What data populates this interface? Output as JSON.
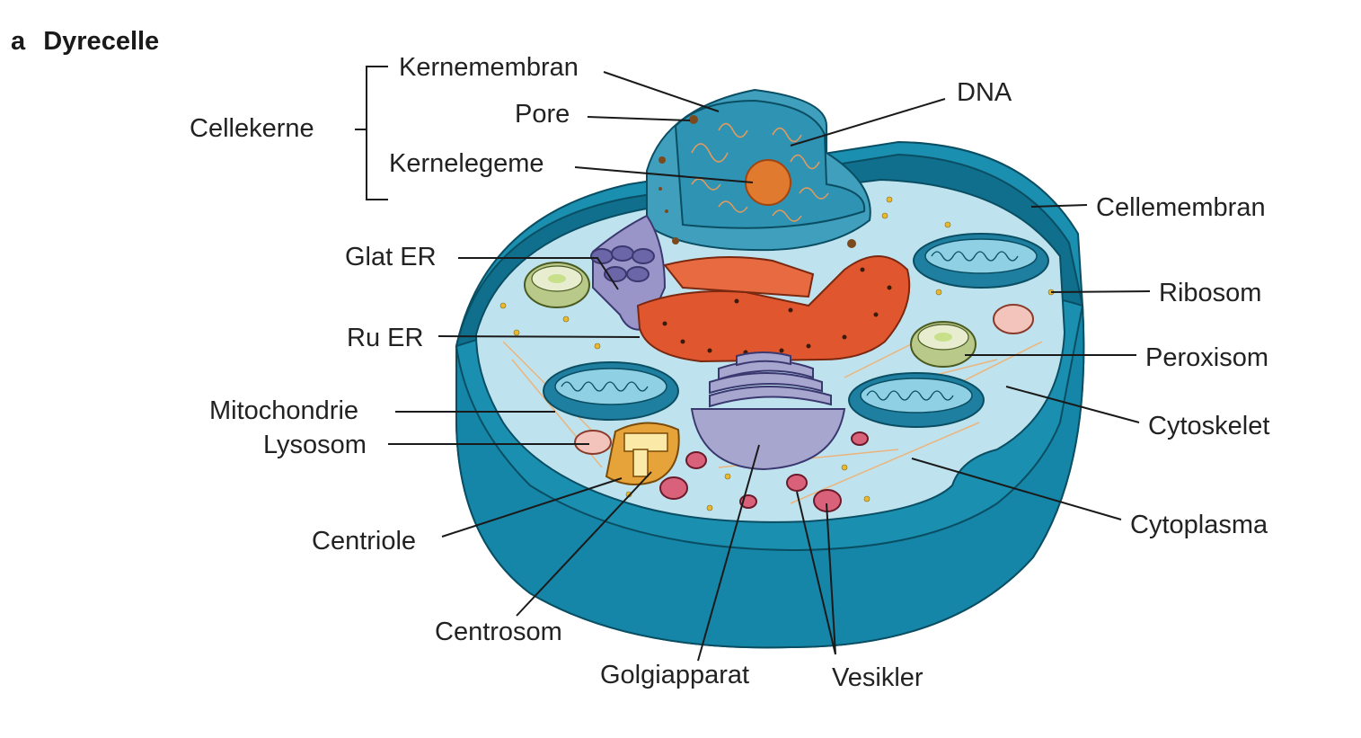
{
  "figure": {
    "letter": "a",
    "title": "Dyrecelle"
  },
  "labels": {
    "cellekerne": "Cellekerne",
    "kernemembran": "Kernemembran",
    "pore": "Pore",
    "kernelegeme": "Kernelegeme",
    "dna": "DNA",
    "cellemembran": "Cellemembran",
    "glat_er": "Glat ER",
    "ribosom": "Ribosom",
    "ru_er": "Ru ER",
    "peroxisom": "Peroxisom",
    "mitochondrie": "Mitochondrie",
    "cytoskelet": "Cytoskelet",
    "lysosom": "Lysosom",
    "cytoplasma": "Cytoplasma",
    "centriole": "Centriole",
    "centrosom": "Centrosom",
    "golgiapparat": "Golgiapparat",
    "vesikler": "Vesikler"
  },
  "colors": {
    "membrane": "#1a8fb0",
    "membrane_dark": "#0f6f8c",
    "cytoplasm": "#bfe3ee",
    "nucleus": "#4ea8c4",
    "nucleolus": "#e07a2e",
    "rough_er": "#e0562f",
    "golgi": "#a7a6cf",
    "smooth_er": "#9995c8",
    "mitochondria": "#2f94b4",
    "lysosome": "#f2c4bb",
    "vesicle": "#d9627a",
    "centrosome": "#e6a33a",
    "peroxisome": "#b8c98a"
  }
}
